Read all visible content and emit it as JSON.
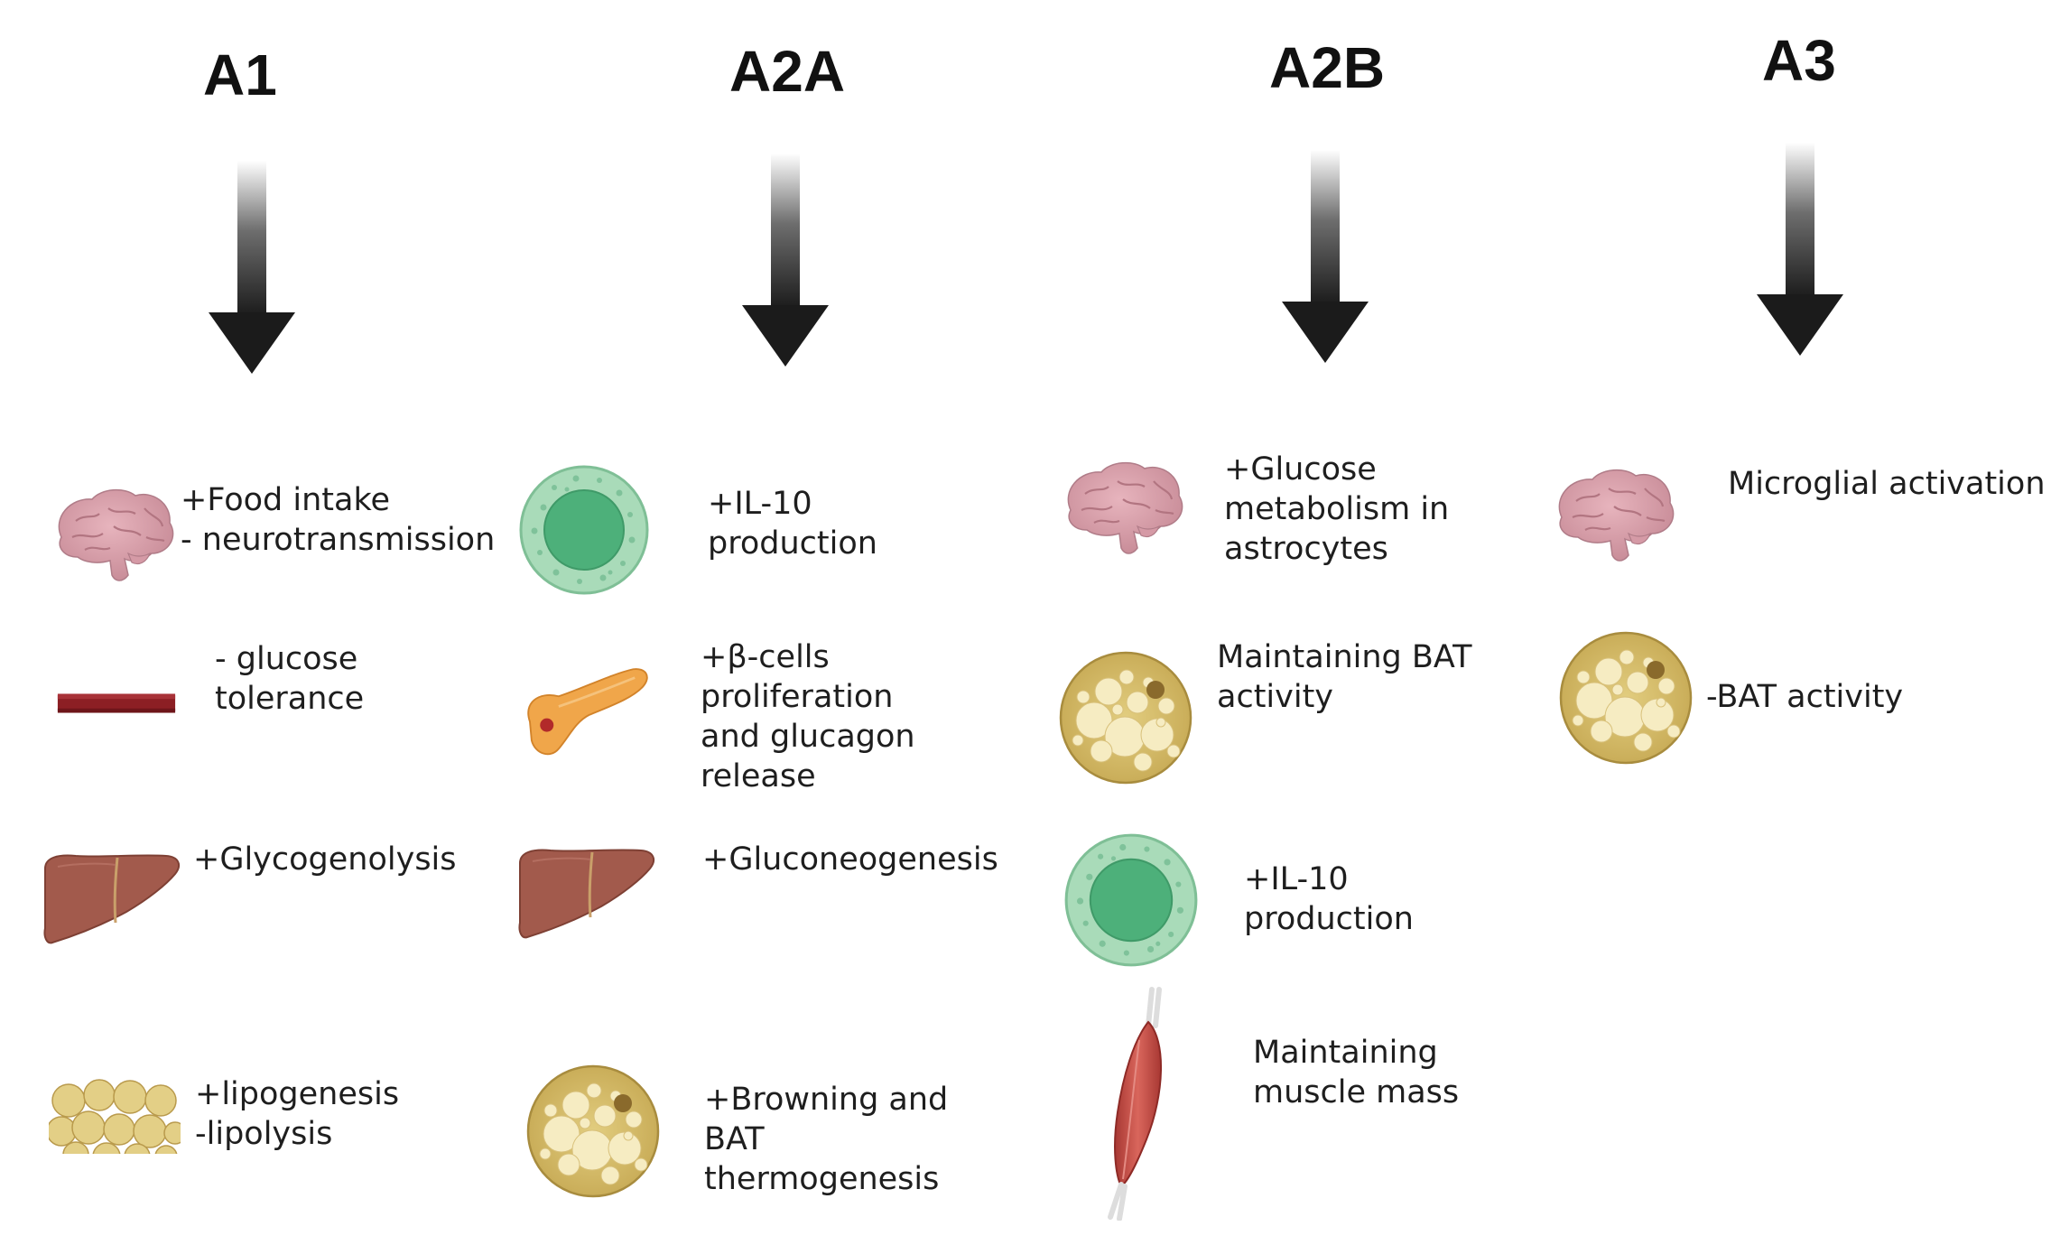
{
  "columns": [
    {
      "header": "A1",
      "items": [
        {
          "icon": "brain-icon",
          "text": "+Food intake\n- neurotransmission"
        },
        {
          "icon": "blood-vessel-icon",
          "text": "- glucose\ntolerance"
        },
        {
          "icon": "liver-icon",
          "text": "+Glycogenolysis"
        },
        {
          "icon": "adipose-tissue-icon",
          "text": "+lipogenesis\n-lipolysis"
        }
      ]
    },
    {
      "header": "A2A",
      "items": [
        {
          "icon": "immune-cell-icon",
          "text": "+IL-10\nproduction"
        },
        {
          "icon": "pancreas-icon",
          "text": "+β-cells\nproliferation\nand glucagon\nrelease"
        },
        {
          "icon": "liver-icon",
          "text": "+Gluconeogenesis"
        },
        {
          "icon": "brown-fat-cell-icon",
          "text": "+Browning and\nBAT\nthermogenesis"
        }
      ]
    },
    {
      "header": "A2B",
      "items": [
        {
          "icon": "brain-icon",
          "text": "+Glucose\nmetabolism in\nastrocytes"
        },
        {
          "icon": "brown-fat-cell-icon",
          "text": "Maintaining BAT\nactivity"
        },
        {
          "icon": "immune-cell-icon",
          "text": "+IL-10\nproduction"
        },
        {
          "icon": "muscle-icon",
          "text": "Maintaining\nmuscle mass"
        }
      ]
    },
    {
      "header": "A3",
      "items": [
        {
          "icon": "brain-icon",
          "text": "Microglial activation"
        },
        {
          "icon": "brown-fat-cell-icon",
          "text": "-BAT activity"
        }
      ]
    }
  ]
}
